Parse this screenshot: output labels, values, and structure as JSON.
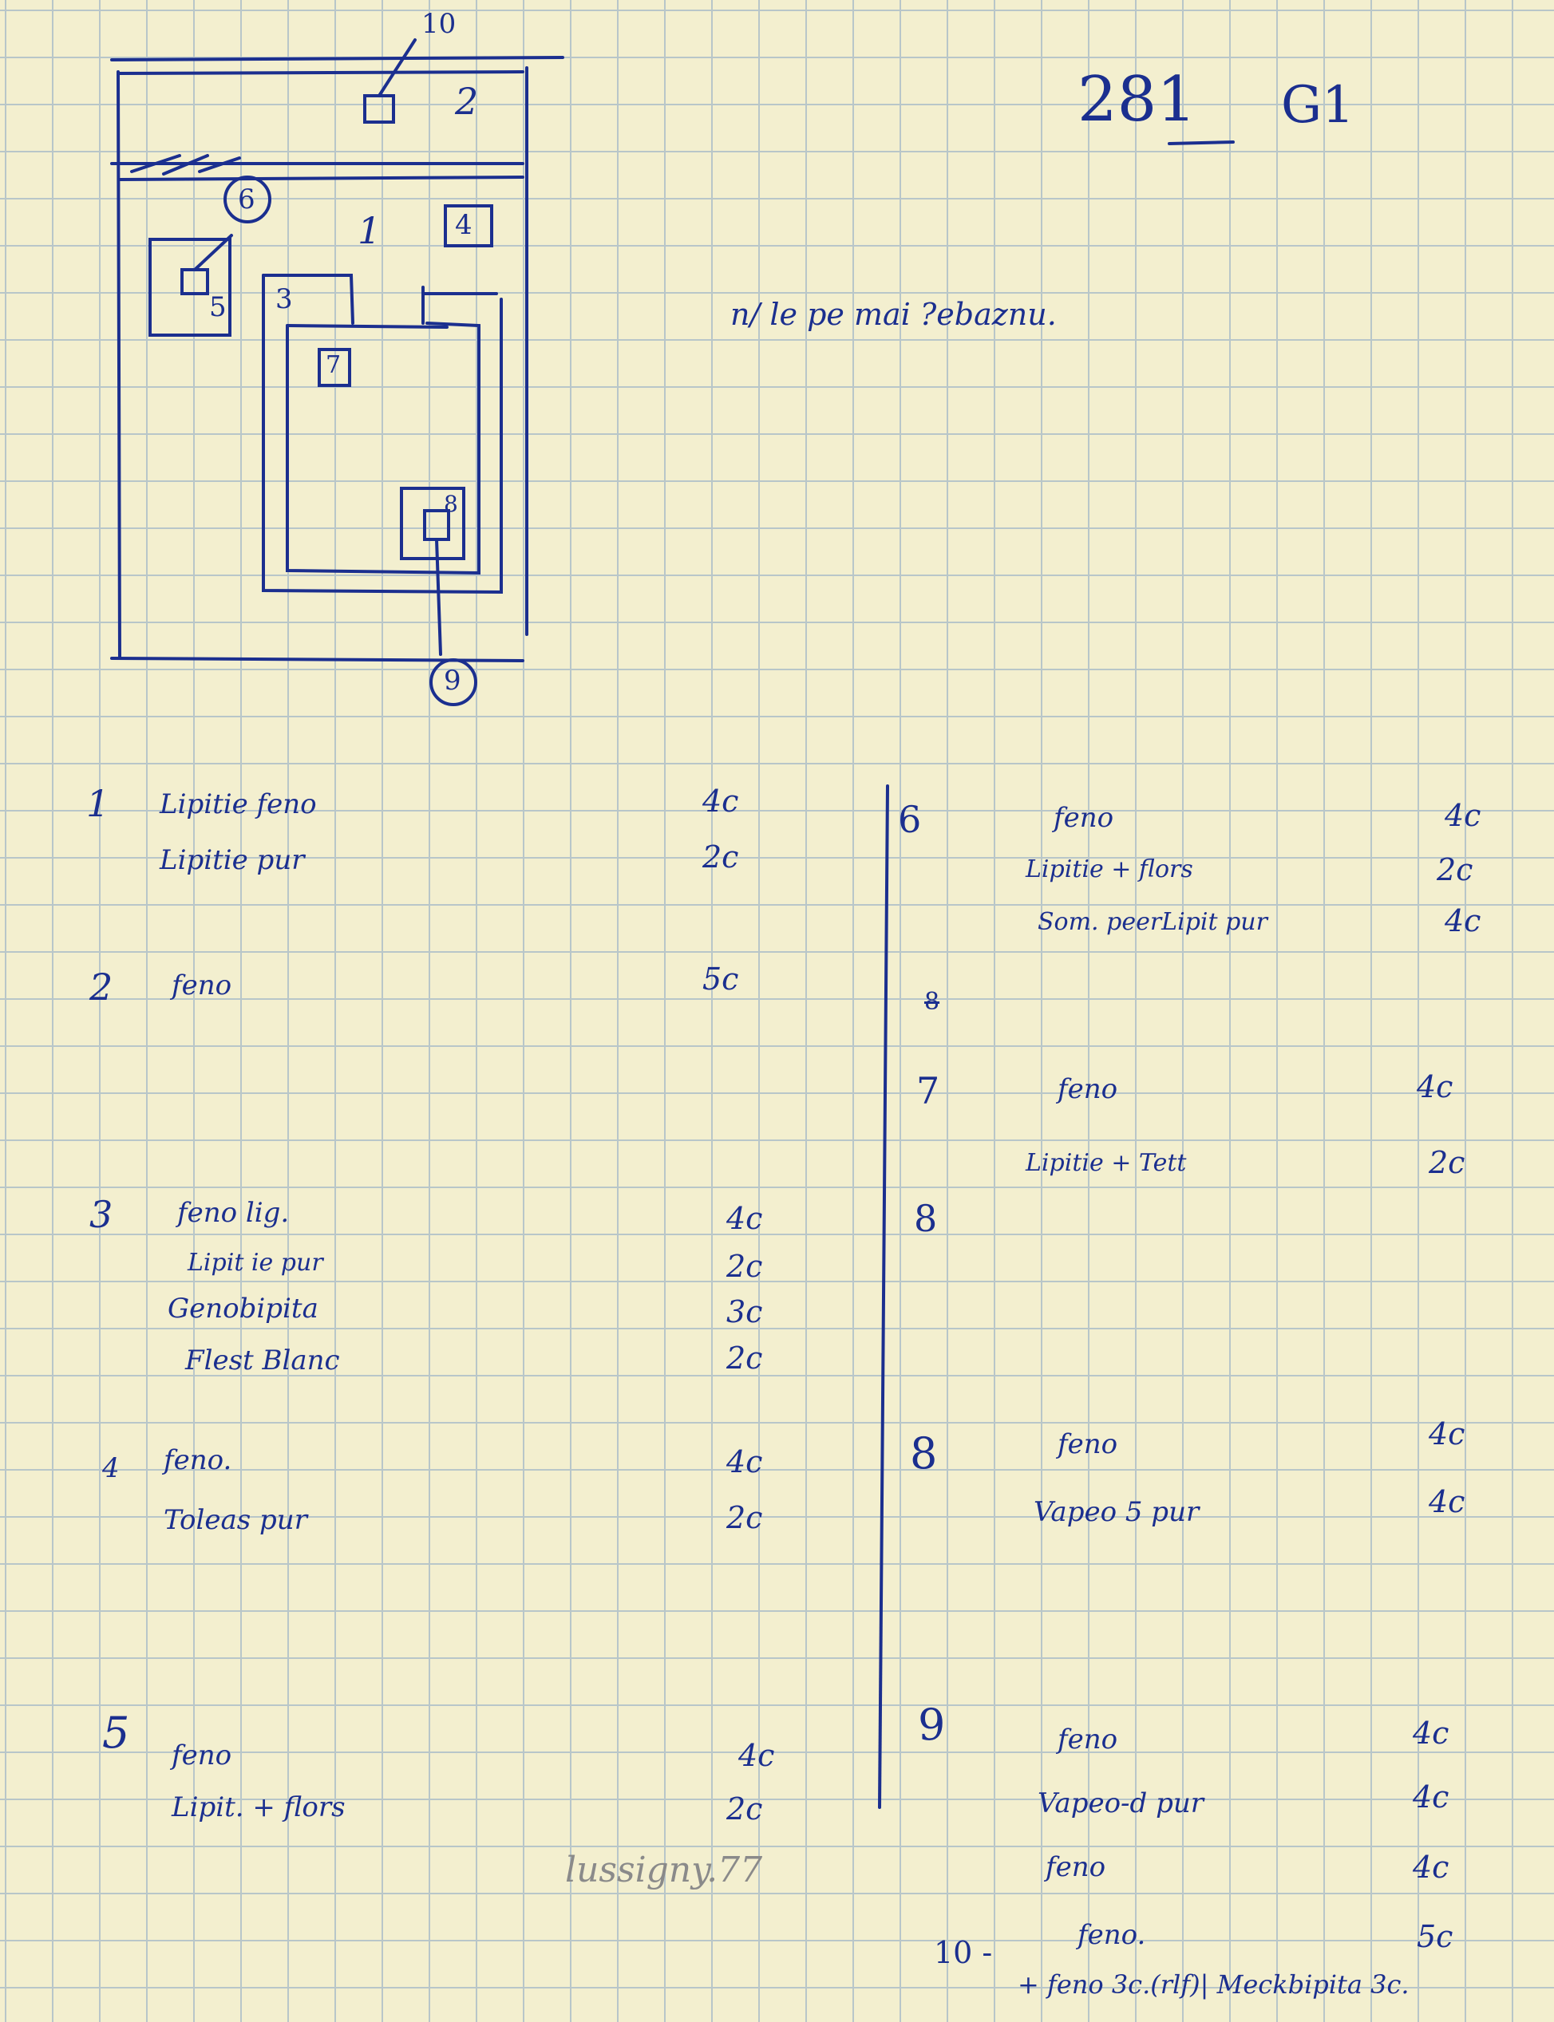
{
  "header": {
    "code_part1": "281",
    "code_part2": "G1"
  },
  "note": "n/ le pe mai ?ebaznu.",
  "stamp": "lussigny.77",
  "diagram_labels": {
    "l1": "1",
    "l2": "2",
    "l3": "3",
    "l4": "4",
    "l5": "5",
    "l6": "6",
    "l7": "7",
    "l8": "8",
    "l9": "9",
    "l10": "10"
  },
  "left_column": [
    {
      "num": "1",
      "lines": [
        {
          "text": "Lipitie feno",
          "count": "4c"
        },
        {
          "text": "Lipitie pur",
          "count": "2c"
        }
      ]
    },
    {
      "num": "2",
      "lines": [
        {
          "text": "feno",
          "count": "5c"
        }
      ]
    },
    {
      "num": "3",
      "lines": [
        {
          "text": "feno lig.",
          "count": "4c"
        },
        {
          "text": "Lipit ie pur",
          "count": "2c"
        },
        {
          "text": "Genobipita",
          "count": "3c"
        },
        {
          "text": "Flest Blanc",
          "count": "2c"
        }
      ]
    },
    {
      "num": "4",
      "lines": [
        {
          "text": "feno.",
          "count": "4c"
        },
        {
          "text": "Toleas pur",
          "count": "2c"
        }
      ]
    },
    {
      "num": "5",
      "lines": [
        {
          "text": "feno",
          "count": "4c"
        },
        {
          "text": "Lipit. + flors",
          "count": "2c"
        }
      ]
    }
  ],
  "right_column": [
    {
      "num": "6",
      "lines": [
        {
          "text": "feno",
          "count": "4c"
        },
        {
          "text": "Lipitie + flors",
          "count": "2c"
        },
        {
          "text": "Som. peerLipit pur",
          "count": "4c"
        }
      ]
    },
    {
      "num": "7",
      "lines": [
        {
          "text": "feno",
          "count": "4c"
        },
        {
          "text": "Lipitie + Tett",
          "count": "2c"
        }
      ]
    },
    {
      "num": "8",
      "lines": []
    },
    {
      "num": "8",
      "lines": [
        {
          "text": "feno",
          "count": "4c"
        },
        {
          "text": "Vapeo 5 pur",
          "count": "4c"
        }
      ]
    },
    {
      "num": "9",
      "lines": [
        {
          "text": "feno",
          "count": "4c"
        },
        {
          "text": "Vapeo-d pur",
          "count": "4c"
        },
        {
          "text": "feno",
          "count": "4c"
        }
      ]
    },
    {
      "num": "10 -",
      "lines": [
        {
          "text": "feno.",
          "count": "5c"
        }
      ]
    }
  ],
  "footer_line": "+ feno 3c.(rlf)| Meckbipita 3c.",
  "colors": {
    "ink": "#1b2f8f",
    "paper": "#f3efcf",
    "grid": "#b8c6c9"
  }
}
